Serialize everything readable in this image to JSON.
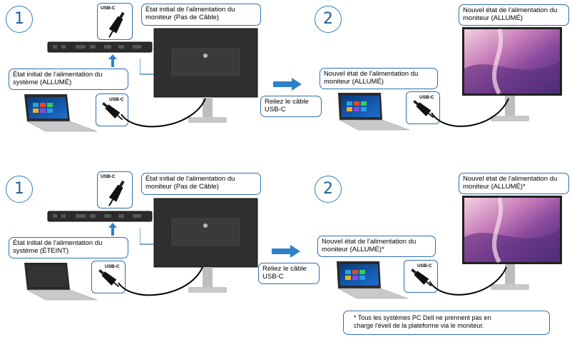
{
  "colors": {
    "accent": "#2e7fc1",
    "arrow": "#2f80c8",
    "callout_border": "#2e6fb0"
  },
  "icons": [
    "usb-c-connector-icon",
    "laptop-icon",
    "monitor-icon",
    "docking-station-icon",
    "right-arrow-icon",
    "up-arrow-icon"
  ],
  "row1": {
    "step_left": "1",
    "step_right": "2",
    "usbc_label": "USB-C",
    "monitor_initial": "État initial de l'alimentation du\nmoniteur (Pas de Câble)",
    "system_initial": "État initial de l'alimentation du\nsystème (ALLUMÉ)",
    "action": "Reliez le câble\nUSB-C",
    "new_monitor_state_top": "Nouvel état de l'alimentation du\nmoniteur (ALLUMÉ)",
    "new_monitor_state_mid": "Nouvel état de l'alimentation du\nmoniteur (ALLUMÉ)"
  },
  "row2": {
    "step_left": "1",
    "step_right": "2",
    "usbc_label": "USB-C",
    "monitor_initial": "État initial de l'alimentation du\nmoniteur (Pas de Câble)",
    "system_initial": "État initial de l'alimentation du\nsystème (ÉTEINT)",
    "action": "Reliez le câble\nUSB-C",
    "new_monitor_state_top": "Nouvel état de l'alimentation du\nmoniteur (ALLUMÉ)*",
    "new_monitor_state_mid": "Nouvel état de l'alimentation du\nmoniteur (ALLUMÉ)*"
  },
  "footnote": "* Tous les systèmes PC Dell ne prennent pas en\n  charge l'éveil de la plateforme via le moniteur."
}
